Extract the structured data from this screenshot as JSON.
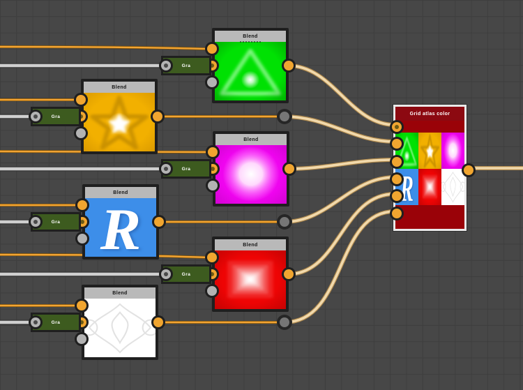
{
  "labels": {
    "blend": "Blend",
    "gradient": "Gra",
    "atlas_title": "Grid atlas color",
    "letter_r": "R"
  },
  "colors": {
    "bg": "#474747",
    "grid_line": "#3e3e3e",
    "node_border": "#1f1f1f",
    "node_header": "#b9b9b9",
    "header_text": "#141414",
    "gra_fill": "#3d5b1f",
    "gra_text": "#ffffff",
    "port_ring": "#1f1f1f",
    "port_orange": "#f0a530",
    "port_gray": "#b3b3b3",
    "port_dark_center": "#6d5a14",
    "port_gray_center": "#4a4a4a",
    "dot_fill": "#767676",
    "dot_ring": "#262626",
    "wire_orange": "#f2a434",
    "wire_orange_edge": "#7c5107",
    "wire_gray": "#cfcfcf",
    "wire_gray_edge": "#353535",
    "wire_cream": "#f1d9ac",
    "wire_cream_edge": "#b08a4e",
    "atlas_frame": "#e9e9e9",
    "atlas_red": "#8c0911",
    "atlas_band": "#9a0208",
    "atlas_title_text": "#ffffff",
    "pv_green": "#00e103",
    "pv_yellow": "#f2b000",
    "pv_magenta": "#ef04ef",
    "pv_blue": "#3d8ee9",
    "pv_red": "#ee0404",
    "pv_white": "#ffffff"
  },
  "graph": {
    "blend_node_previews": [
      "green-triangle",
      "gold-star",
      "magenta-glow",
      "blue-letter-r",
      "red-square-glow",
      "white-ornament"
    ],
    "gradient_node_count": 6,
    "reroute_dot_count": 3,
    "atlas_thumbnails": [
      "green-triangle",
      "gold-star",
      "magenta-glow",
      "blue-letter-r",
      "red-square-glow",
      "white-ornament"
    ]
  }
}
